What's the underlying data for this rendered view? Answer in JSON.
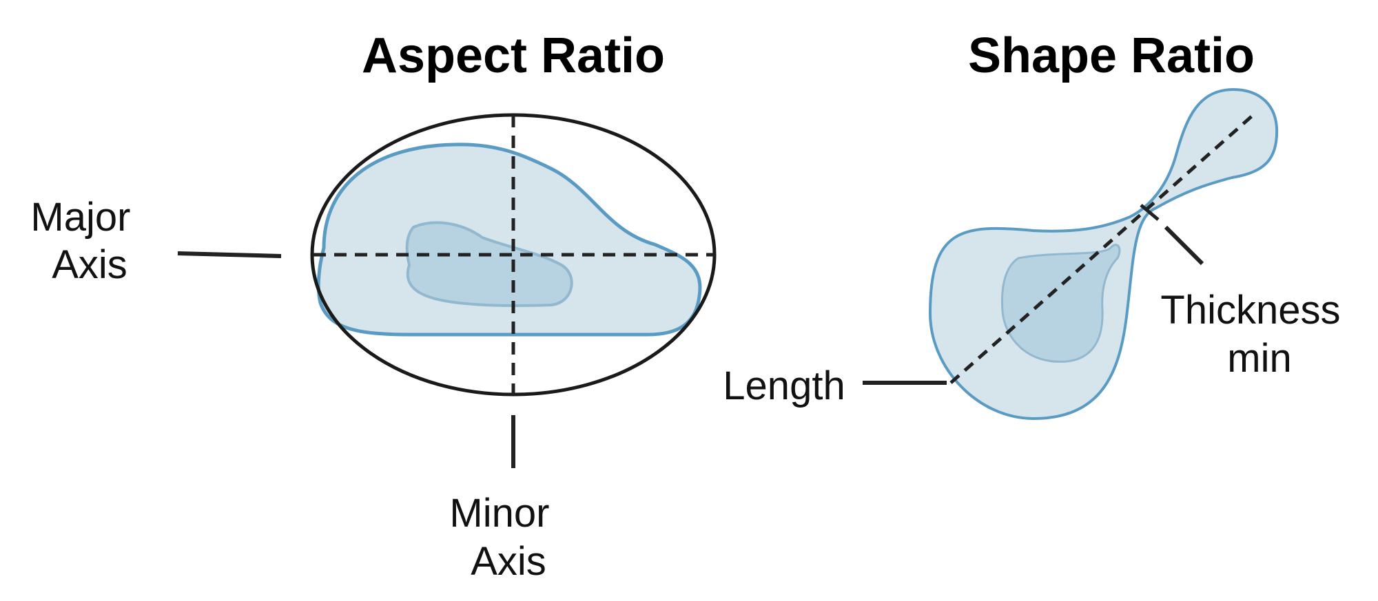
{
  "colors": {
    "cell_fill": "#d6e4ec",
    "cell_stroke": "#5a9bc4",
    "nucleus_fill": "#b7d2e0",
    "nucleus_stroke": "#92b8cf",
    "line": "#222222"
  },
  "aspect_ratio": {
    "title": "Aspect Ratio",
    "major_axis_label": [
      "Major",
      "Axis"
    ],
    "minor_axis_label": [
      "Minor",
      "Axis"
    ]
  },
  "shape_ratio": {
    "title": "Shape Ratio",
    "length_label": "Length",
    "thickness_label": [
      "Thickness",
      "min"
    ]
  }
}
